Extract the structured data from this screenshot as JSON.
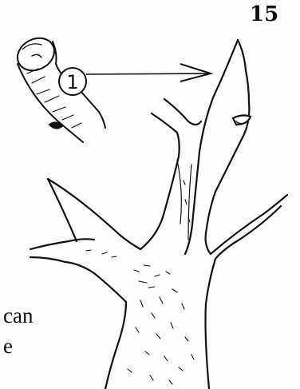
{
  "page": {
    "number": "15",
    "text_lines": [
      "can",
      "e"
    ]
  },
  "illustration": {
    "marker_label": "1"
  },
  "colors": {
    "ink": "#111111",
    "paper": "#fefefe"
  }
}
